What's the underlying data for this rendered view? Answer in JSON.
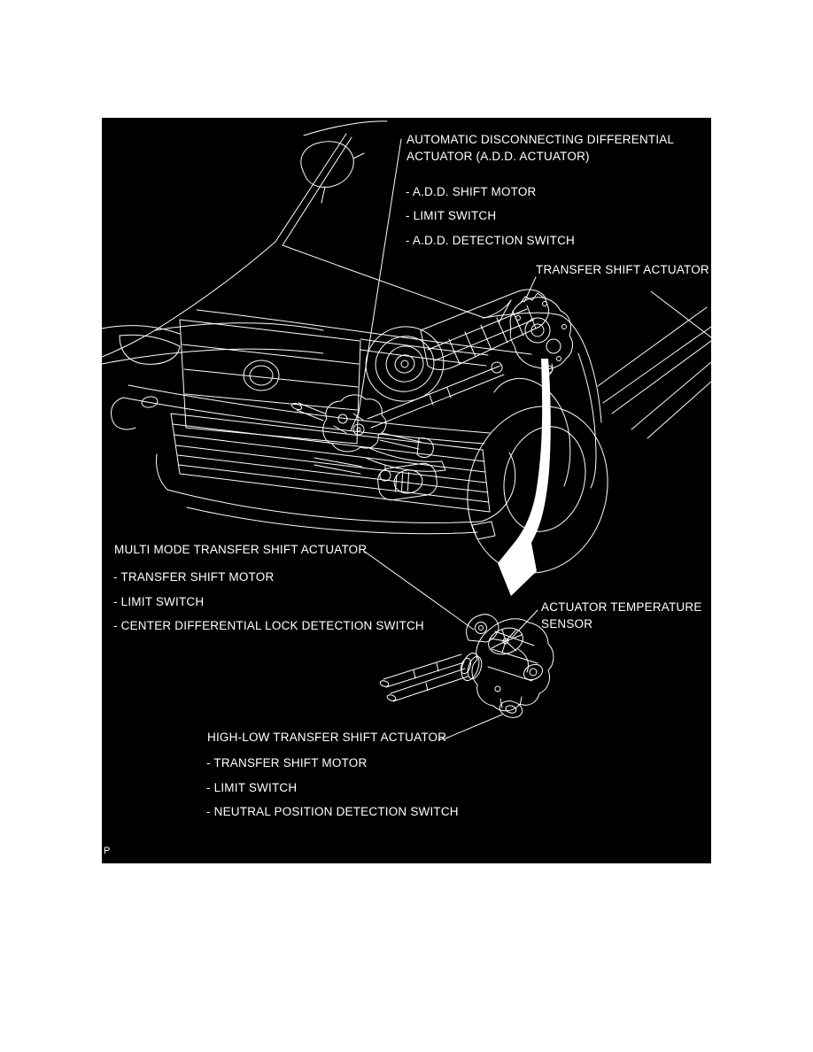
{
  "page": {
    "background_color": "#ffffff"
  },
  "panel": {
    "background_color": "#000000",
    "line_color": "#ffffff",
    "figure_marker": "P"
  },
  "callouts": {
    "add_actuator": {
      "title_line1": "AUTOMATIC DISCONNECTING DIFFERENTIAL",
      "title_line2": "ACTUATOR (A.D.D. ACTUATOR)",
      "items": [
        "- A.D.D. SHIFT MOTOR",
        "- LIMIT SWITCH",
        "- A.D.D. DETECTION SWITCH"
      ]
    },
    "transfer_shift_actuator": {
      "title": "TRANSFER SHIFT ACTUATOR"
    },
    "multi_mode_actuator": {
      "title": "MULTI MODE TRANSFER SHIFT ACTUATOR",
      "items": [
        "- TRANSFER SHIFT MOTOR",
        "- LIMIT SWITCH",
        "- CENTER DIFFERENTIAL LOCK DETECTION SWITCH"
      ]
    },
    "temperature_sensor": {
      "title_line1": "ACTUATOR TEMPERATURE",
      "title_line2": "SENSOR"
    },
    "high_low_actuator": {
      "title": "HIGH-LOW TRANSFER SHIFT ACTUATOR",
      "items": [
        "- TRANSFER SHIFT MOTOR",
        "- LIMIT SWITCH",
        "- NEUTRAL POSITION DETECTION SWITCH"
      ]
    }
  }
}
